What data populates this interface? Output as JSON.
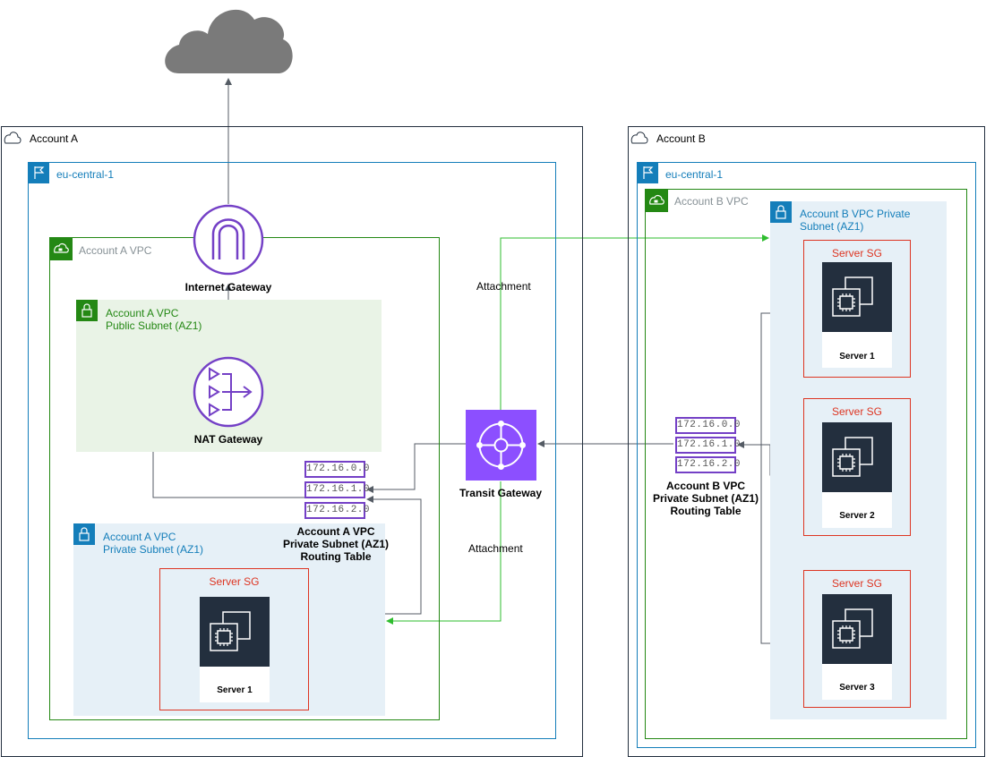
{
  "colors": {
    "account_border": "#232f3e",
    "region": "#147eba",
    "vpc": "#248814",
    "public_subnet_fill": "#e9f3e6",
    "private_subnet_fill": "#e6f0f7",
    "security_group": "#dd3522",
    "gateway_purple": "#7440c6",
    "transit_gateway": "#8c4fff",
    "attachment_line": "#2ebd2e",
    "cloud": "#7a7a7a"
  },
  "account_a": {
    "label": "Account A",
    "region": "eu-central-1",
    "vpc": "Account A VPC",
    "public_subnet": [
      "Account A VPC",
      "Public Subnet (AZ1)"
    ],
    "private_subnet": [
      "Account A VPC",
      "Private Subnet (AZ1)"
    ],
    "internet_gateway": "Internet Gateway",
    "nat_gateway": "NAT Gateway",
    "routing_table_title": [
      "Account A VPC",
      "Private Subnet (AZ1)",
      "Routing Table"
    ],
    "routes": [
      "172.16.0.0",
      "172.16.1.0",
      "172.16.2.0"
    ],
    "server_sg": "Server SG",
    "server": "Server 1"
  },
  "transit_gateway": {
    "label": "Transit Gateway",
    "attachment_top": "Attachment",
    "attachment_bottom": "Attachment"
  },
  "account_b": {
    "label": "Account B",
    "region": "eu-central-1",
    "vpc": "Account B VPC",
    "private_subnet": [
      "Account B VPC Private",
      "Subnet (AZ1)"
    ],
    "routing_table_title": [
      "Account B VPC",
      "Private Subnet (AZ1)",
      "Routing Table"
    ],
    "routes": [
      "172.16.0.0",
      "172.16.1.0",
      "172.16.2.0"
    ],
    "servers": [
      {
        "sg": "Server SG",
        "name": "Server 1"
      },
      {
        "sg": "Server SG",
        "name": "Server 2"
      },
      {
        "sg": "Server SG",
        "name": "Server 3"
      }
    ]
  }
}
